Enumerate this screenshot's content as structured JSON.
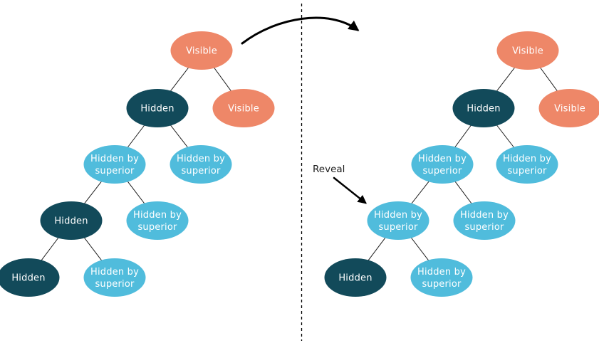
{
  "diagram": {
    "reveal_label": "Reveal",
    "colors": {
      "visible": "#EE8768",
      "hidden": "#124A5A",
      "hidden_by_superior": "#50BCDC",
      "edge": "#1a1a1a",
      "annotation": "#1c1c1c"
    },
    "trees": {
      "left": {
        "nodes": [
          {
            "status": "visible",
            "lines": [
              "Visible"
            ]
          },
          {
            "status": "hidden",
            "lines": [
              "Hidden"
            ]
          },
          {
            "status": "visible",
            "lines": [
              "Visible"
            ]
          },
          {
            "status": "hidden-by-superior",
            "lines": [
              "Hidden by",
              "superior"
            ]
          },
          {
            "status": "hidden-by-superior",
            "lines": [
              "Hidden by",
              "superior"
            ]
          },
          {
            "status": "hidden",
            "lines": [
              "Hidden"
            ]
          },
          {
            "status": "hidden-by-superior",
            "lines": [
              "Hidden by",
              "superior"
            ]
          },
          {
            "status": "hidden",
            "lines": [
              "Hidden"
            ]
          },
          {
            "status": "hidden-by-superior",
            "lines": [
              "Hidden by",
              "superior"
            ]
          }
        ]
      },
      "right": {
        "nodes": [
          {
            "status": "visible",
            "lines": [
              "Visible"
            ]
          },
          {
            "status": "hidden",
            "lines": [
              "Hidden"
            ]
          },
          {
            "status": "visible",
            "lines": [
              "Visible"
            ]
          },
          {
            "status": "hidden-by-superior",
            "lines": [
              "Hidden by",
              "superior"
            ]
          },
          {
            "status": "hidden-by-superior",
            "lines": [
              "Hidden by",
              "superior"
            ]
          },
          {
            "status": "hidden-by-superior",
            "lines": [
              "Hidden by",
              "superior"
            ]
          },
          {
            "status": "hidden-by-superior",
            "lines": [
              "Hidden by",
              "superior"
            ]
          },
          {
            "status": "hidden",
            "lines": [
              "Hidden"
            ]
          },
          {
            "status": "hidden-by-superior",
            "lines": [
              "Hidden by",
              "superior"
            ]
          }
        ]
      }
    }
  }
}
